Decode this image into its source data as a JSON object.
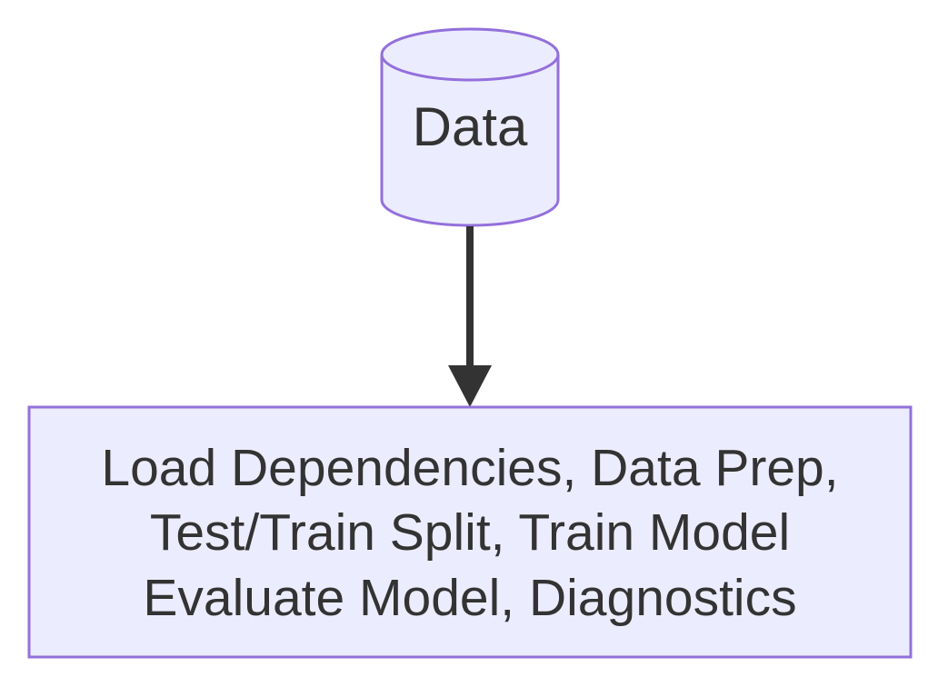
{
  "colors": {
    "node_fill": "#ececff",
    "node_stroke": "#9370db",
    "edge": "#333333",
    "text": "#333333"
  },
  "nodes": {
    "data": {
      "shape": "cylinder",
      "label": "Data"
    },
    "process": {
      "shape": "rectangle",
      "lines": [
        "Load Dependencies, Data Prep,",
        "Test/Train Split, Train Model",
        "Evaluate Model, Diagnostics"
      ]
    }
  },
  "edges": [
    {
      "from": "data",
      "to": "process",
      "arrow": "filled"
    }
  ]
}
